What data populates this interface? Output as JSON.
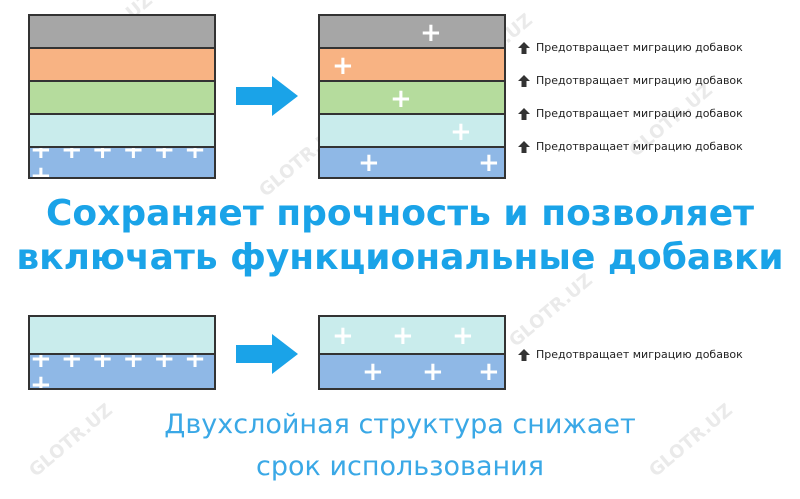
{
  "colors": {
    "gray": "#a6a6a6",
    "orange": "#f8b383",
    "green": "#b5dc9d",
    "cyan": "#c9ecec",
    "blue": "#8fb8e6",
    "accent": "#1aa3e8",
    "arrow": "#1aa3e8"
  },
  "watermark": "GLOTR.UZ",
  "notes": [
    "Предотвращает миграцию добавок",
    "Предотвращает миграцию добавок",
    "Предотвращает миграцию добавок",
    "Предотвращает миграцию добавок"
  ],
  "note_bottom": "Предотвращает миграцию добавок",
  "headline_line1": "Сохраняет прочность и позволяет",
  "headline_line2": "включать функциональные добавки",
  "sub_line1": "Двухслойная структура снижает",
  "sub_line2": "срок использования",
  "plus_sign": "+",
  "plus_row": "+ + + + + + +"
}
